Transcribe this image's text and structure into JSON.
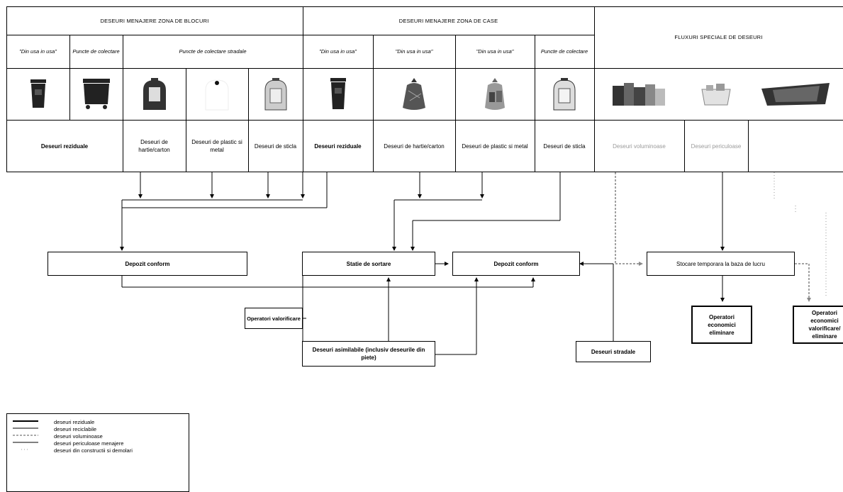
{
  "colors": {
    "line": "#000000",
    "faint": "#9a9a9a",
    "bin_dark": "#222222",
    "bin_mid": "#6a6a6a",
    "bin_light": "#c8c8c8"
  },
  "table": {
    "groups": {
      "blocks": "DESEURI MENAJERE ZONA DE BLOCURI",
      "houses": "DESEURI MENAJERE ZONA DE CASE",
      "special": "FLUXURI SPECIALE DE DESEURI"
    },
    "subheaders": {
      "b1": "\"Din usa in usa\"",
      "b2": "Puncte de colectare",
      "b3": "Puncte de colectare stradale",
      "h1": "\"Din usa in usa\"",
      "h2": "\"Din usa in usa\"",
      "h3": "\"Din usa in usa\"",
      "h4": "Puncte de colectare"
    },
    "icons": {
      "b1": "wheelie-bin-icon",
      "b2": "container-bin-icon",
      "b3": "igloo-bin-icon",
      "b4": "igloo-bin-icon",
      "b5": "igloo-bin-icon",
      "h1": "wheelie-bin-icon",
      "h2": "bag-icon",
      "h3": "bag-icon",
      "h4": "igloo-bin-icon",
      "s1": "bulky-waste-icon",
      "s2": "hazardous-waste-icon",
      "s3": "skip-container-icon"
    },
    "labels": {
      "b1": "Deseuri reziduale",
      "b3": "Deseuri de hartie/carton",
      "b4": "Deseuri de plastic si metal",
      "b5": "Deseuri de sticla",
      "h1": "Deseuri reziduale",
      "h2": "Deseuri de hartie/carton",
      "h3": "Deseuri de plastic si metal",
      "h4": "Deseuri de sticla",
      "s1": "Deseuri voluminoase",
      "s2": "Deseuri periculoase"
    }
  },
  "flow": {
    "depozit_left": "Depozit conform",
    "statie": "Statie de sortare",
    "depozit_right": "Depozit conform",
    "stocare": "Stocare temporara la baza de lucru",
    "operator_valorificare": "Operatori valorificare",
    "asimilabile": "Deseuri asimilabile (inclusiv deseurile din piete)",
    "stradale": "Deseuri stradale",
    "operator_eliminare": "Operatori economici eliminare",
    "operator_valorificare_eliminare": "Operatori economici valorificare/ eliminare"
  },
  "legend": [
    {
      "label": "deseuri reziduale",
      "style": "solid"
    },
    {
      "label": "deseuri reciclabile",
      "style": "solid"
    },
    {
      "label": "deseuri voluminoase",
      "style": "dashed"
    },
    {
      "label": "deseuri periculoase menajere",
      "style": "solid"
    },
    {
      "label": "deseuri din constructii si demolari",
      "style": "dotted"
    }
  ]
}
